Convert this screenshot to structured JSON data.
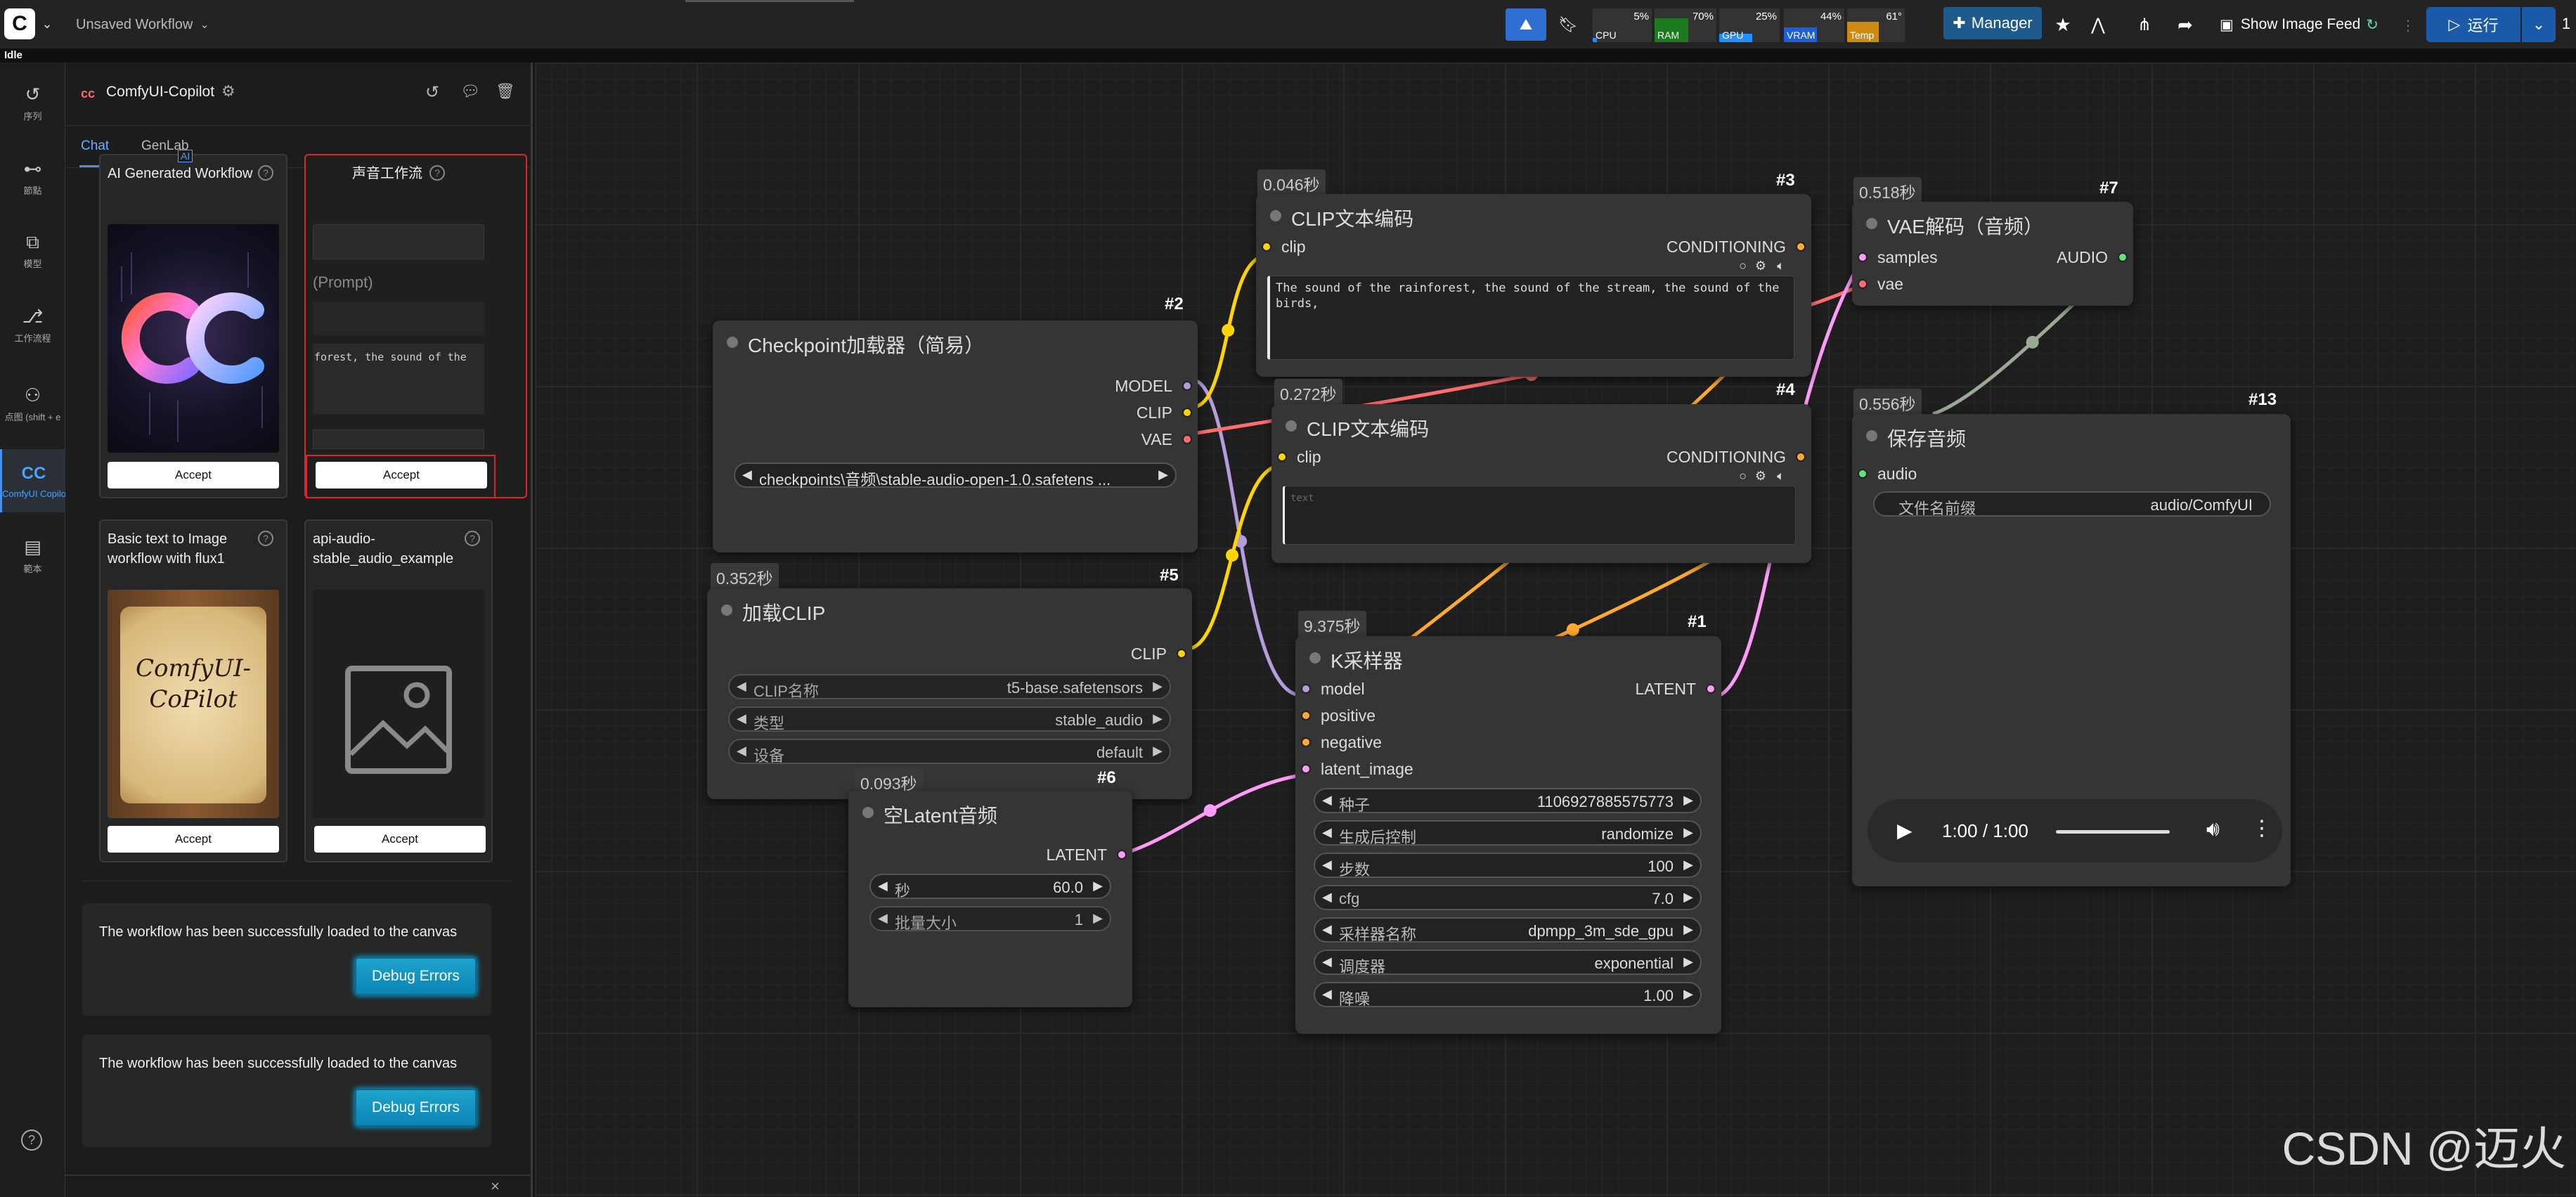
{
  "topbar": {
    "workflow_title": "Unsaved Workflow",
    "meters": [
      {
        "name": "CPU",
        "value": "5%",
        "color": "#1e90ff"
      },
      {
        "name": "RAM",
        "value": "70%",
        "color": "#1e7a1e"
      },
      {
        "name": "GPU",
        "value": "25%",
        "color": "#1e90ff"
      },
      {
        "name": "VRAM",
        "value": "44%",
        "color": "#1e5fd9"
      },
      {
        "name": "Temp",
        "value": "61°",
        "color": "#d08a10"
      }
    ],
    "manager_label": "Manager",
    "image_feed_label": "Show Image Feed",
    "run_label": "运行",
    "queue_count": "1"
  },
  "status": "Idle",
  "rail": {
    "items": [
      {
        "icon": "history-icon",
        "glyph": "↺",
        "label": "序列"
      },
      {
        "icon": "node-icon",
        "glyph": "⊷",
        "label": "節點"
      },
      {
        "icon": "model-icon",
        "glyph": "⧉",
        "label": "模型"
      },
      {
        "icon": "workflow-icon",
        "glyph": "⎇",
        "label": "工作流程"
      },
      {
        "icon": "node-map-icon",
        "glyph": "⚇",
        "label": "点图 (shift + e"
      },
      {
        "icon": "copilot-icon",
        "glyph": "CC",
        "label": "ComfyUI Copilot"
      },
      {
        "icon": "template-icon",
        "glyph": "▤",
        "label": "範本"
      }
    ],
    "help_glyph": "?"
  },
  "panel": {
    "title": "ComfyUI-Copilot",
    "tabs": [
      "Chat",
      "GenLab"
    ],
    "cards": [
      {
        "title": "AI Generated Workflow",
        "accept": "Accept",
        "badge": "AI"
      },
      {
        "title": "声音工作流",
        "prompt_text": "(Prompt)",
        "snippet": "forest, the sound of the",
        "accept": "Accept"
      },
      {
        "title": "Basic text to Image workflow with flux1",
        "scroll_text": "ComfyUI-CoPilot",
        "accept": "Accept"
      },
      {
        "title": "api-audio-stable_audio_example",
        "accept": "Accept"
      }
    ],
    "messages": [
      {
        "text": "The workflow has been successfully loaded to the canvas",
        "button": "Debug Errors"
      },
      {
        "text": "The workflow has been successfully loaded to the canvas",
        "button": "Debug Errors"
      }
    ],
    "close_glyph": "×"
  },
  "nodes": {
    "ckpt": {
      "id": "#2",
      "title": "Checkpoint加载器（简易）",
      "outputs": [
        "MODEL",
        "CLIP",
        "VAE"
      ],
      "ckpt_value": "checkpoints\\音频\\stable-audio-open-1.0.safetens ..."
    },
    "clip_load": {
      "id": "#5",
      "time": "0.352秒",
      "title": "加载CLIP",
      "output": "CLIP",
      "widgets": [
        {
          "label": "CLIP名称",
          "value": "t5-base.safetensors"
        },
        {
          "label": "类型",
          "value": "stable_audio"
        },
        {
          "label": "设备",
          "value": "default"
        }
      ]
    },
    "empty_latent": {
      "id": "#6",
      "time": "0.093秒",
      "title": "空Latent音频",
      "output": "LATENT",
      "widgets": [
        {
          "label": "秒",
          "value": "60.0"
        },
        {
          "label": "批量大小",
          "value": "1"
        }
      ]
    },
    "clip_text_pos": {
      "id": "#3",
      "time": "0.046秒",
      "title": "CLIP文本编码",
      "input": "clip",
      "output": "CONDITIONING",
      "text": "The sound of the rainforest, the sound of the stream, the sound of the birds,"
    },
    "clip_text_neg": {
      "id": "#4",
      "time": "0.272秒",
      "title": "CLIP文本编码",
      "input": "clip",
      "output": "CONDITIONING",
      "text": "text"
    },
    "ksampler": {
      "id": "#1",
      "time": "9.375秒",
      "title": "K采样器",
      "inputs": [
        "model",
        "positive",
        "negative",
        "latent_image"
      ],
      "output": "LATENT",
      "widgets": [
        {
          "label": "种子",
          "value": "1106927885575773"
        },
        {
          "label": "生成后控制",
          "value": "randomize"
        },
        {
          "label": "步数",
          "value": "100"
        },
        {
          "label": "cfg",
          "value": "7.0"
        },
        {
          "label": "采样器名称",
          "value": "dpmpp_3m_sde_gpu"
        },
        {
          "label": "调度器",
          "value": "exponential"
        },
        {
          "label": "降噪",
          "value": "1.00"
        }
      ]
    },
    "vae_decode": {
      "id": "#7",
      "time": "0.518秒",
      "title": "VAE解码（音频）",
      "inputs": [
        "samples",
        "vae"
      ],
      "output": "AUDIO"
    },
    "save_audio": {
      "id": "#13",
      "time": "0.556秒",
      "title": "保存音频",
      "input": "audio",
      "widget": {
        "label": "文件名前缀",
        "value": "audio/ComfyUI"
      },
      "player_time": "1:00 / 1:00"
    }
  },
  "colors": {
    "model": "#b39ddb",
    "clip": "#ffd500",
    "vae": "#ff6e6e",
    "conditioning": "#ffa931",
    "latent": "#ff9cf9",
    "audio": "#64e37c",
    "accent": "#4a90e2"
  },
  "watermark": "CSDN @迈火"
}
